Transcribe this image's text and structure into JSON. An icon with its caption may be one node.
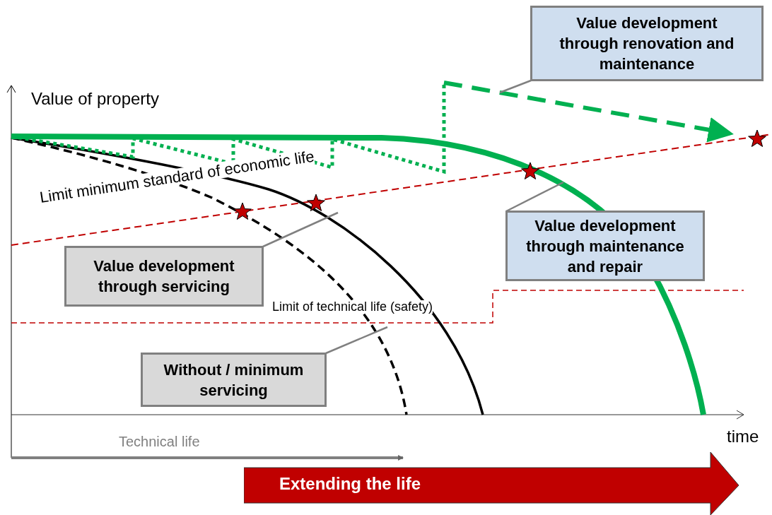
{
  "diagram": {
    "nodes": [
      {
        "text": [
          "Value development through renovation and maintenance"
        ]
      },
      {
        "text": [
          "Value development through servicing"
        ]
      },
      {
        "text": [
          "Value development through maintenance and repair"
        ]
      },
      {
        "text": [
          "Without / minimum servicing"
        ]
      },
      {
        "text": [
          "Extending the life"
        ]
      }
    ],
    "edges": [
      {
        "from": 0,
        "to": null,
        "arrow": "none"
      },
      {
        "from": 1,
        "to": null,
        "arrow": "none"
      },
      {
        "from": 2,
        "to": null,
        "arrow": "none"
      },
      {
        "from": 3,
        "to": null,
        "arrow": "none"
      }
    ],
    "labels": [
      "Value of property",
      "Limit minimum standard of economic life",
      "Limit of technical life (safety)",
      "time",
      "Technical life"
    ]
  }
}
